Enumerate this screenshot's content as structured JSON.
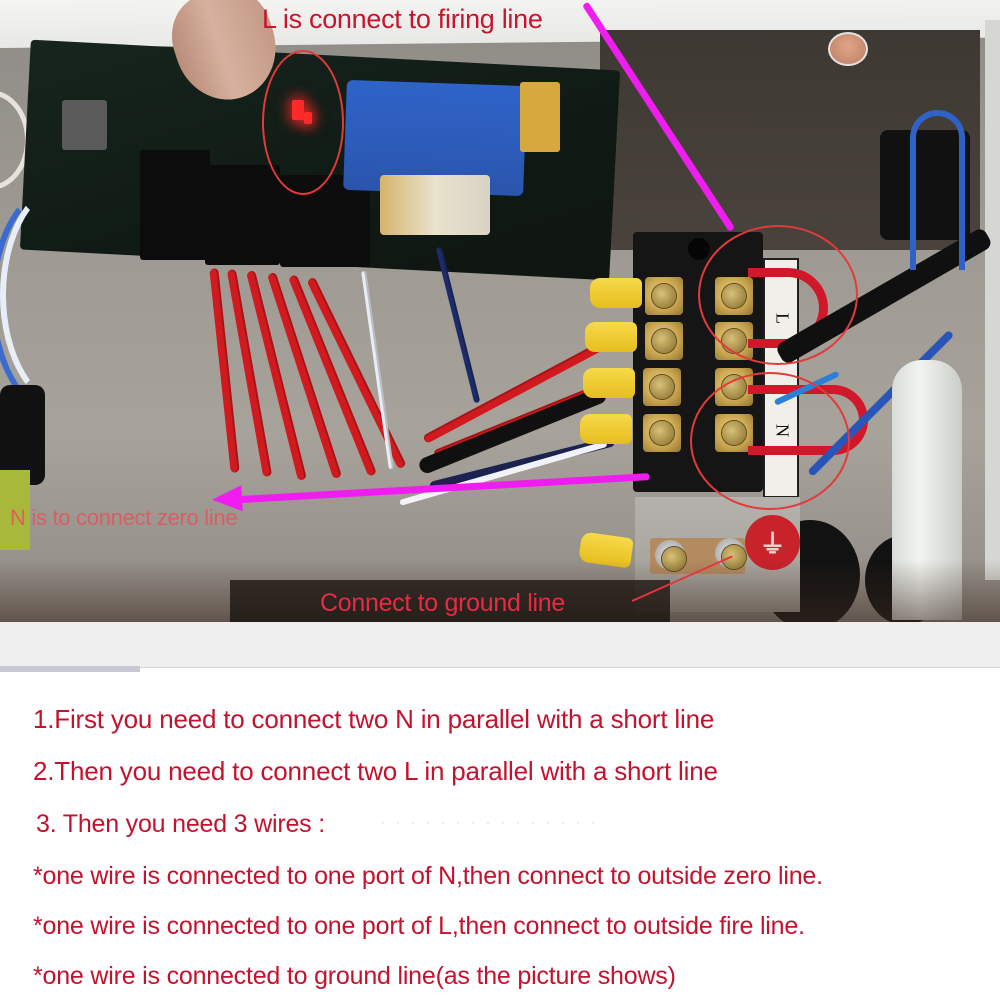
{
  "photo": {
    "description": "Electric water heater control board wiring with terminal block",
    "terminal_labels": [
      "L",
      "N"
    ],
    "ground_symbol": "ground-icon",
    "annotations": {
      "L_label": "L is connect to firing line",
      "N_label": "N is to connect zero line",
      "ground_label": "Connect to ground line"
    },
    "colors": {
      "annotation_text": "#c8152f",
      "arrow": "#f01df0",
      "circle": "#e33a3a"
    }
  },
  "instructions": {
    "steps": [
      "1.First you need to connect two N in parallel with a short line",
      "2.Then you need to connect two L in parallel with a short line",
      "3. Then you need 3 wires :"
    ],
    "bullets": [
      "*one wire is connected to one port of N,then connect to outside zero line.",
      "*one wire is connected to one port of L,then connect to outside fire line.",
      "*one wire is connected to ground line(as the picture shows)"
    ],
    "text_color": "#c4122e"
  }
}
